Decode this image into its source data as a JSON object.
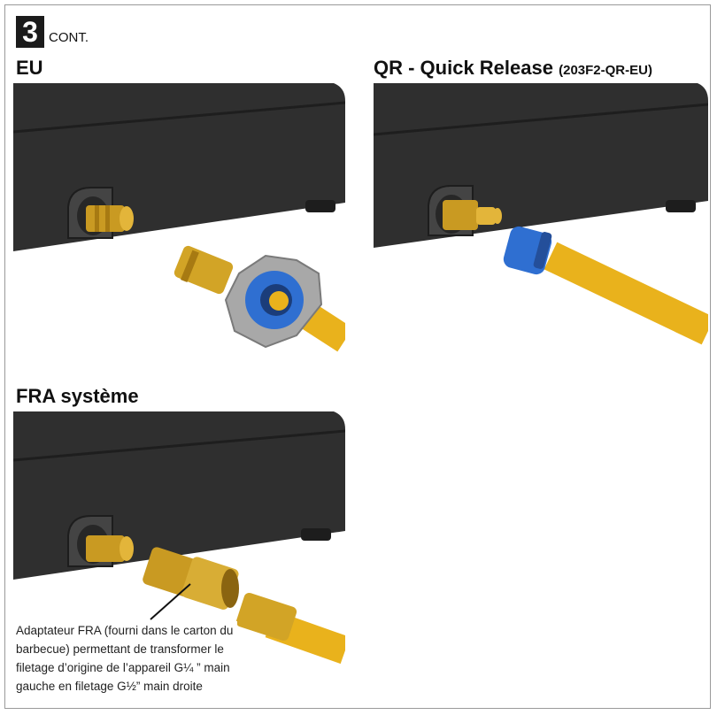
{
  "step": {
    "number": "3",
    "suffix": "CONT."
  },
  "sections": {
    "eu": {
      "title": "EU"
    },
    "qr": {
      "title": "QR - Quick Release",
      "part_number": "(203F2-QR-EU)"
    },
    "fra": {
      "title": "FRA système"
    }
  },
  "adapter_note": "Adaptateur FRA (fourni dans le carton du barbecue) permettant de transformer le filetage d’origine de l’appareil G¼ ” main gauche en filetage G½” main droite",
  "colors": {
    "body": "#2e2e2e",
    "brass": "#d2a426",
    "hose": "#e9b21c",
    "quick_connector": "#2f6fd1",
    "grip_nut": "#a8a8a8"
  },
  "icons": [
    "brass-fitting-icon",
    "gas-hose-icon",
    "quick-release-coupler-icon",
    "hand-wheel-icon",
    "adapter-icon"
  ]
}
